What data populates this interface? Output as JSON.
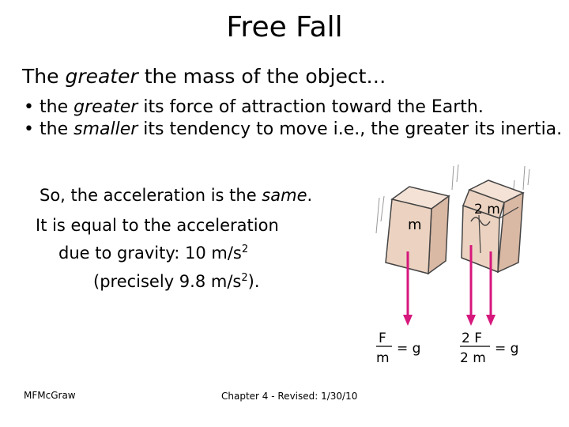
{
  "title": "Free Fall",
  "intro": {
    "prefix": "The ",
    "emphasis": "greater",
    "suffix": " the mass of the object…"
  },
  "bullets": [
    {
      "prefix": "the ",
      "emphasis": "greater",
      "suffix": " its force of attraction toward the Earth."
    },
    {
      "prefix": "the ",
      "emphasis": "smaller",
      "suffix": " its tendency to move i.e., the greater its inertia."
    }
  ],
  "conclusion": {
    "line1_prefix": "So, the acceleration is the ",
    "line1_emphasis": "same",
    "line1_suffix": ".",
    "line2": "It is equal to the acceleration",
    "line3_prefix": "due to gravity: 10 m/s",
    "line3_sup": "2",
    "line4_prefix": "(precisely 9.8 m/s",
    "line4_sup": "2",
    "line4_suffix": ")."
  },
  "figure": {
    "left_block_label": "m",
    "right_block_label": "2 m",
    "eq_left_num": "F",
    "eq_left_den": "m",
    "eq_right_num": "2 F",
    "eq_right_den": "2 m",
    "eq_rhs": "= g",
    "arrow_color": "#d6177c",
    "block_color": "#ecd3c1"
  },
  "footer": {
    "author": "MFMcGraw",
    "chapter": "Chapter 4 - Revised: 1/30/10"
  }
}
